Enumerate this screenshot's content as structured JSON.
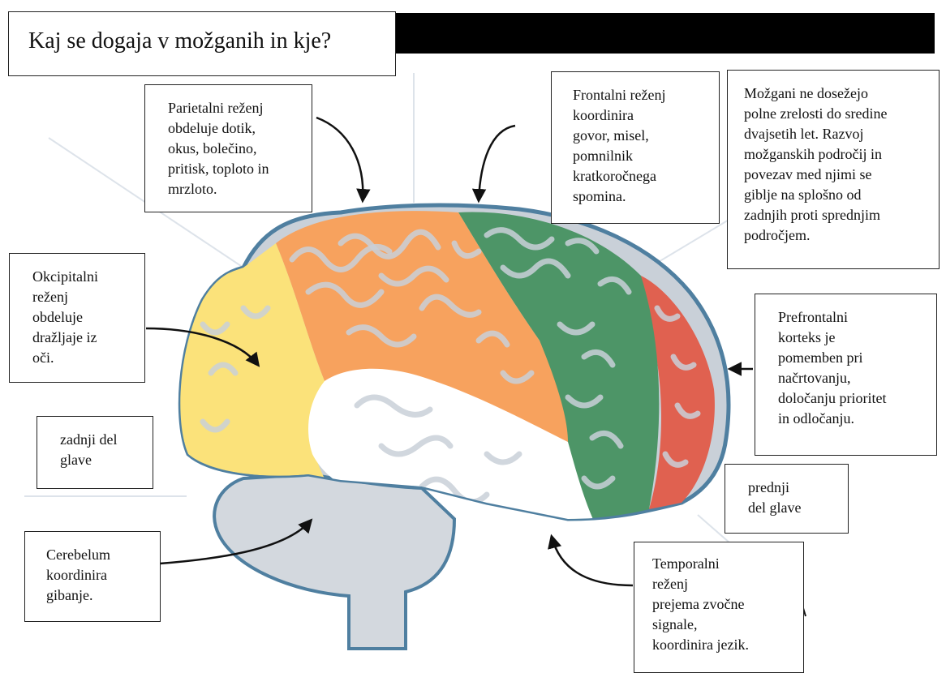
{
  "title": "Kaj se dogaja v možganih in kje?",
  "colors": {
    "occipital": "#fbe27a",
    "parietal": "#f7a25e",
    "frontal": "#4d9567",
    "prefrontal": "#e06150",
    "temporal": "#ffffff",
    "cerebellum": "#d3d8de",
    "outline": "#4f7fa0",
    "groove": "#c9d0d8"
  },
  "boxes": {
    "parietal": [
      "Parietalni reženj",
      "obdeluje dotik,",
      "okus, bolečino,",
      "pritisk, toploto in",
      "mrzloto."
    ],
    "frontal": [
      "Frontalni reženj",
      "koordinira",
      "govor, misel,",
      "pomnilnik",
      "kratkoročnega",
      "spomina."
    ],
    "maturity": [
      "Možgani ne dosežejo",
      "polne zrelosti do sredine",
      "dvajsetih let. Razvoj",
      "možganskih področij in",
      "povezav med njimi se",
      "giblje na splošno od",
      "zadnjih proti sprednjim",
      "področjem."
    ],
    "occipital": [
      "Okcipitalni",
      "reženj",
      "obdeluje",
      "dražljaje iz",
      "oči."
    ],
    "prefrontal": [
      "Prefrontalni",
      "korteks je",
      "pomemben pri",
      "načrtovanju,",
      "določanju prioritet",
      "in odločanju."
    ],
    "back": [
      "zadnji del",
      "glave"
    ],
    "front": [
      "prednji",
      "del glave"
    ],
    "cerebellum": [
      "Cerebelum",
      "koordinira",
      "gibanje."
    ],
    "temporal": [
      "Temporalni",
      "reženj",
      "prejema zvočne",
      "signale,",
      "koordinira jezik."
    ]
  }
}
